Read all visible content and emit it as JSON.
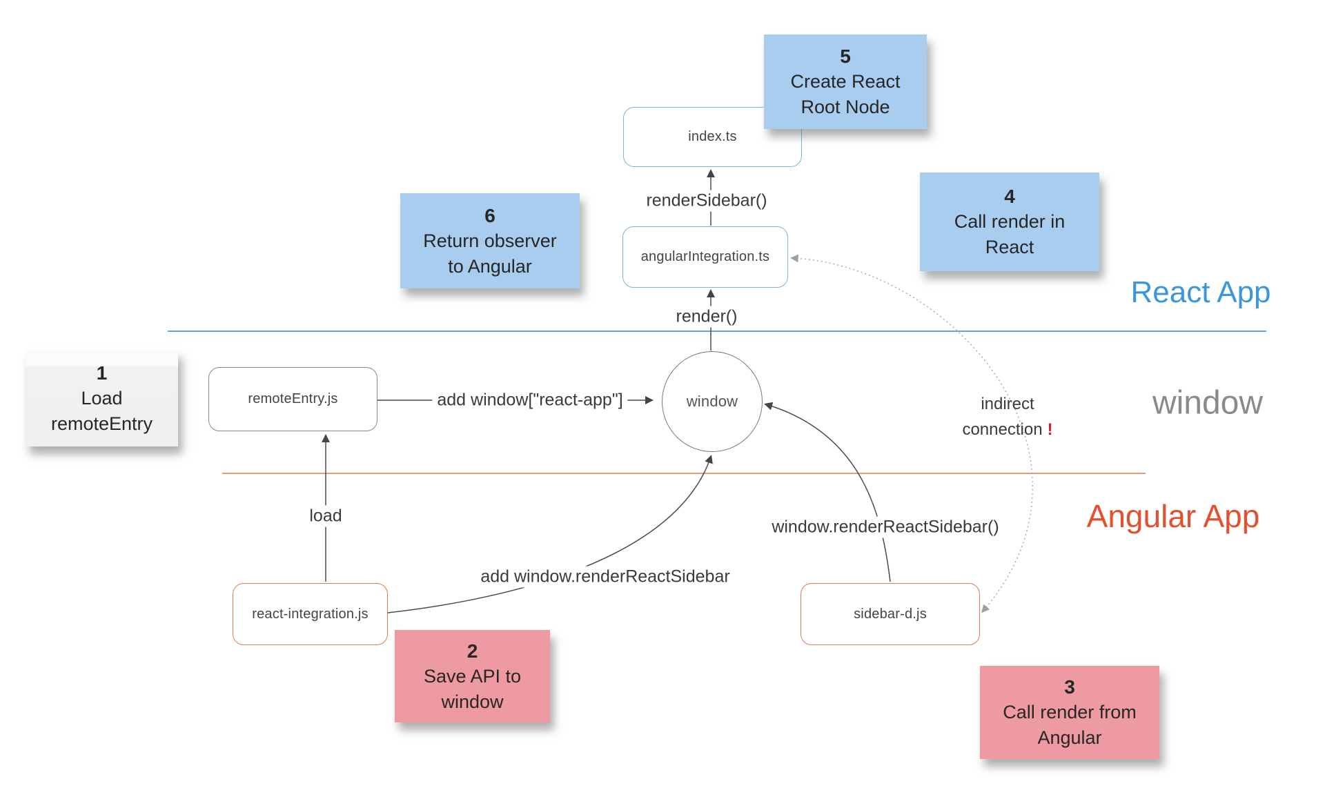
{
  "zones": {
    "react": {
      "label": "React App",
      "color": "#3a96dd"
    },
    "window": {
      "label": "window",
      "color": "#8a8a8a"
    },
    "angular": {
      "label": "Angular App",
      "color": "#e4502e"
    }
  },
  "nodes": {
    "index_ts": {
      "label": "index.ts"
    },
    "angular_integration": {
      "label": "angularIntegration.ts"
    },
    "remote_entry": {
      "label": "remoteEntry.js"
    },
    "window_object": {
      "label": "window"
    },
    "react_integration": {
      "label": "react-integration.js"
    },
    "sidebar_d": {
      "label": "sidebar-d.js"
    }
  },
  "edges": {
    "render_sidebar": "renderSidebar()",
    "render": "render()",
    "add_window_react_app": "add window[\"react-app\"]",
    "load": "load",
    "add_window_render_react_sidebar": "add window.renderReactSidebar",
    "window_render_react_sidebar": "window.renderReactSidebar()",
    "indirect_line1": "indirect",
    "indirect_line2": "connection",
    "indirect_exclamation": "!"
  },
  "notes": [
    {
      "num": "1",
      "line1": "Load",
      "line2": "remoteEntry",
      "color": "#f0f0f1"
    },
    {
      "num": "2",
      "line1": "Save API to",
      "line2": "window",
      "color": "#ee9aa2"
    },
    {
      "num": "3",
      "line1": "Call render from",
      "line2": "Angular",
      "color": "#ee9aa2"
    },
    {
      "num": "4",
      "line1": "Call render in",
      "line2": "React",
      "color": "#a9cdee"
    },
    {
      "num": "5",
      "line1": "Create React",
      "line2": "Root Node",
      "color": "#a9cdee"
    },
    {
      "num": "6",
      "line1": "Return observer",
      "line2": "to Angular",
      "color": "#a9cdee"
    }
  ],
  "colors": {
    "divider_react": "#5da9dc",
    "divider_angular": "#dd7d47",
    "connector": "#4a4a4a",
    "dotted_connector": "#999999",
    "box_border_react": "#79b7d9",
    "box_border_neutral": "#8a8a8a",
    "box_border_angular": "#dd7a50",
    "exclamation": "#cc1f2d"
  }
}
